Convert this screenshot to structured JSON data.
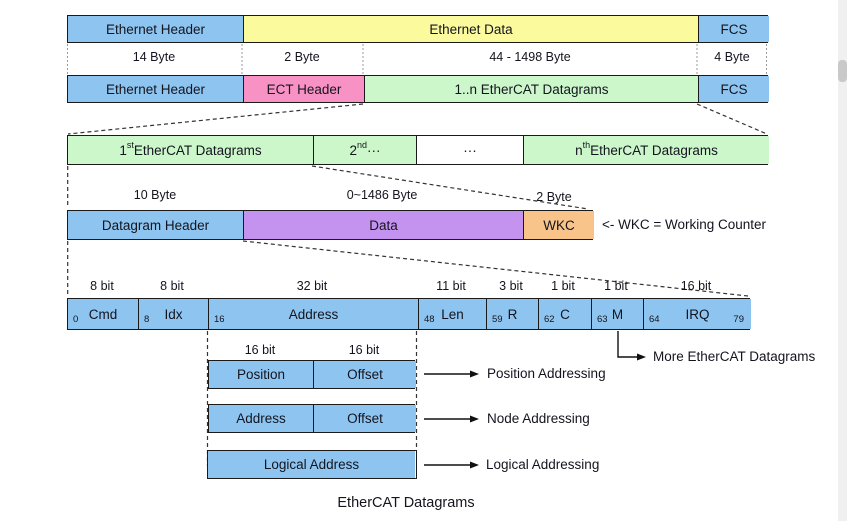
{
  "colors": {
    "blue": "#8dc5f0",
    "yellow": "#fbfa9d",
    "pink": "#f992c4",
    "green": "#ccf7ca",
    "purple": "#c493f0",
    "orange": "#f8c489",
    "white": "#ffffff"
  },
  "eth_frame": {
    "cells": [
      "Ethernet Header",
      "Ethernet Data",
      "FCS"
    ]
  },
  "byte_labels_top": [
    "14 Byte",
    "2 Byte",
    "44 - 1498 Byte",
    "4 Byte"
  ],
  "ecat_frame": {
    "cells": [
      "Ethernet Header",
      "ECT Header",
      "1..n EtherCAT Datagrams",
      "FCS"
    ]
  },
  "datagram_list": {
    "c0": {
      "pre": "1",
      "sup": "st",
      "rest": " EtherCAT Datagrams"
    },
    "c1": {
      "pre": "2",
      "sup": "nd",
      "rest": " ···"
    },
    "c2": "···",
    "c3": {
      "pre": "n",
      "sup": "th",
      "rest": " EtherCAT Datagrams"
    }
  },
  "byte_labels_mid": [
    "10 Byte",
    "0~1486 Byte",
    "2 Byte"
  ],
  "datagram_row": {
    "cells": [
      "Datagram Header",
      "Data",
      "WKC"
    ],
    "note": "<- WKC = Working Counter"
  },
  "bit_labels": [
    "8 bit",
    "8 bit",
    "32 bit",
    "11 bit",
    "3 bit",
    "1 bit",
    "1 bit",
    "16 bit"
  ],
  "bit_row": {
    "cells": [
      {
        "s": "0",
        "label": "Cmd"
      },
      {
        "s": "8",
        "label": "Idx"
      },
      {
        "s": "16",
        "label": "Address"
      },
      {
        "s": "48",
        "label": "Len"
      },
      {
        "s": "59",
        "label": "R"
      },
      {
        "s": "62",
        "label": "C"
      },
      {
        "s": "63",
        "label": "M"
      },
      {
        "s": "64",
        "label": "IRQ",
        "e": "79"
      }
    ]
  },
  "more_label": "More EtherCAT Datagrams",
  "addressing": {
    "bit_labels": [
      "16 bit",
      "16 bit"
    ],
    "position_row": {
      "cells": [
        "Position",
        "Offset"
      ],
      "arrow_label": "Position Addressing"
    },
    "node_row": {
      "cells": [
        "Address",
        "Offset"
      ],
      "arrow_label": "Node Addressing"
    },
    "logical_row": {
      "cells": [
        "Logical Address"
      ],
      "arrow_label": "Logical Addressing"
    }
  },
  "caption": "EtherCAT Datagrams"
}
